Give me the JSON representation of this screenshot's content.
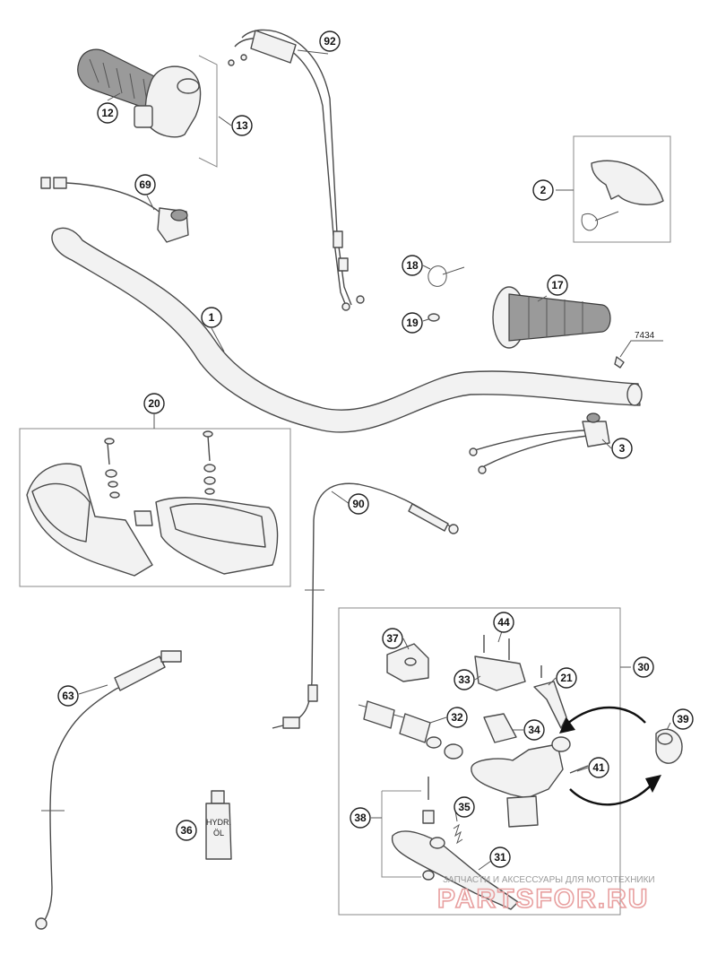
{
  "callouts": {
    "c1": "1",
    "c2": "2",
    "c3": "3",
    "c12": "12",
    "c13": "13",
    "c17": "17",
    "c18": "18",
    "c19": "19",
    "c20": "20",
    "c21": "21",
    "c30": "30",
    "c31": "31",
    "c32": "32",
    "c33": "33",
    "c34": "34",
    "c35": "35",
    "c36": "36",
    "c37": "37",
    "c38": "38",
    "c39": "39",
    "c41": "41",
    "c44": "44",
    "c63": "63",
    "c69": "69",
    "c90": "90",
    "c92": "92"
  },
  "tag_7434": "7434",
  "oil_bottle": {
    "line1": "HYDR.",
    "line2": "ÖL"
  },
  "watermark": {
    "subtitle": "ЗАПЧАСТИ И АКСЕССУАРЫ ДЛЯ МОТОТЕХНИКИ",
    "brand": "PARTSFOR.RU"
  }
}
